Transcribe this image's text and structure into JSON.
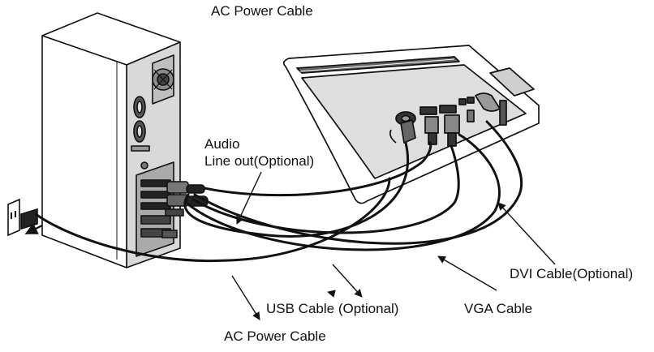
{
  "labels": {
    "ac_power_top": "AC Power Cable",
    "audio_line1": "Audio",
    "audio_line2": "Line out(Optional)",
    "dvi": "DVI Cable(Optional)",
    "usb": "USB Cable (Optional)",
    "vga": "VGA Cable",
    "ac_power_bottom": "AC Power Cable"
  },
  "colors": {
    "ink": "#111111",
    "paper": "#ffffff",
    "shade": "#bdbdbd",
    "dark": "#3a3a3a"
  }
}
